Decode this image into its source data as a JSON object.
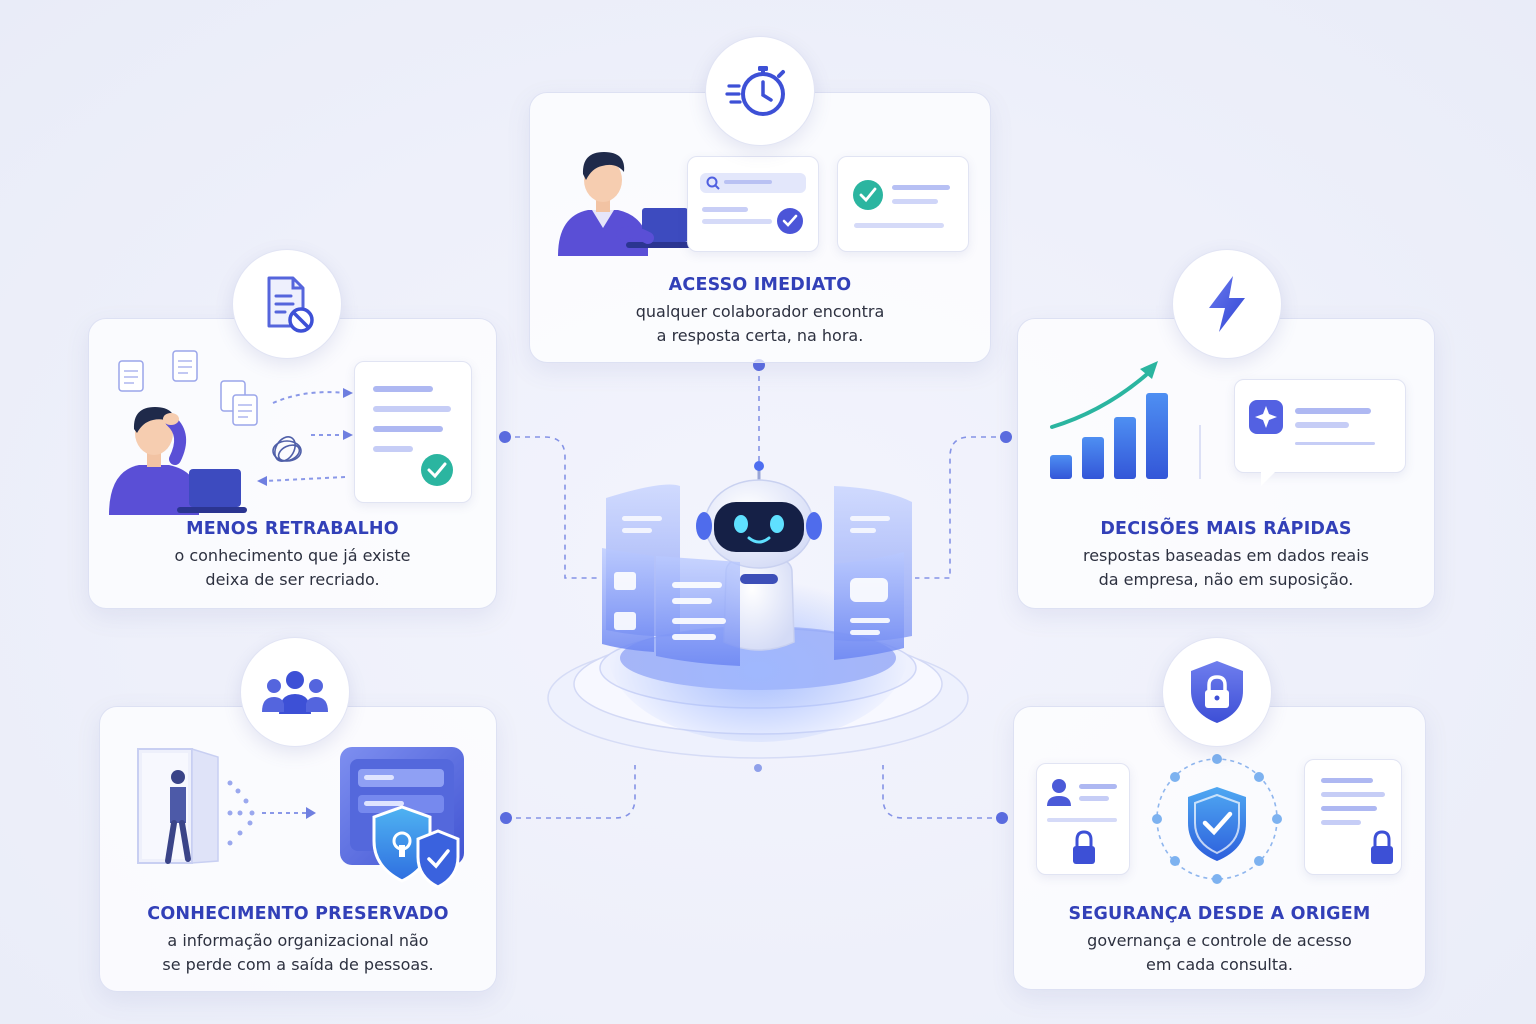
{
  "colors": {
    "title": "#3240b8",
    "accent": "#4f5fe0",
    "teal": "#2bb5a0",
    "connector": "#6f7fe0"
  },
  "hub": {
    "icon": "ai-assistant-robot-icon"
  },
  "cards": {
    "acesso": {
      "icon": "stopwatch-icon",
      "title": "ACESSO IMEDIATO",
      "line1": "qualquer colaborador encontra",
      "line2": "a resposta certa, na hora."
    },
    "retrabalho": {
      "icon": "document-blocked-icon",
      "title": "MENOS RETRABALHO",
      "line1": "o conhecimento que já existe",
      "line2": "deixa de ser recriado."
    },
    "decisoes": {
      "icon": "lightning-bolt-icon",
      "title": "DECISÕES MAIS RÁPIDAS",
      "line1": "respostas baseadas em dados reais",
      "line2": "da empresa, não em suposição."
    },
    "preservado": {
      "icon": "team-icon",
      "title": "CONHECIMENTO PRESERVADO",
      "line1": "a informação organizacional não",
      "line2": "se perde com a saída de pessoas."
    },
    "seguranca": {
      "icon": "shield-lock-icon",
      "title": "SEGURANÇA DESDE A ORIGEM",
      "line1": "governança e controle de acesso",
      "line2": "em cada consulta."
    }
  }
}
